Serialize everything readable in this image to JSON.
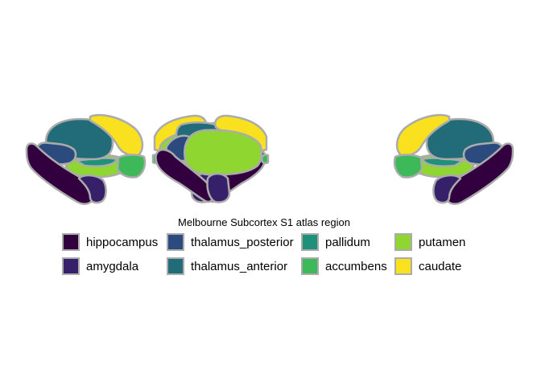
{
  "legend": {
    "title": "Melbourne Subcortex S1 atlas region",
    "items": [
      {
        "label": "hippocampus",
        "color": "#33003f"
      },
      {
        "label": "amygdala",
        "color": "#36206a"
      },
      {
        "label": "thalamus_posterior",
        "color": "#2b4a7d"
      },
      {
        "label": "thalamus_anterior",
        "color": "#226c7a"
      },
      {
        "label": "pallidum",
        "color": "#1f917a"
      },
      {
        "label": "accumbens",
        "color": "#3eb95a"
      },
      {
        "label": "putamen",
        "color": "#8fd631"
      },
      {
        "label": "caudate",
        "color": "#f9e11f"
      }
    ]
  }
}
